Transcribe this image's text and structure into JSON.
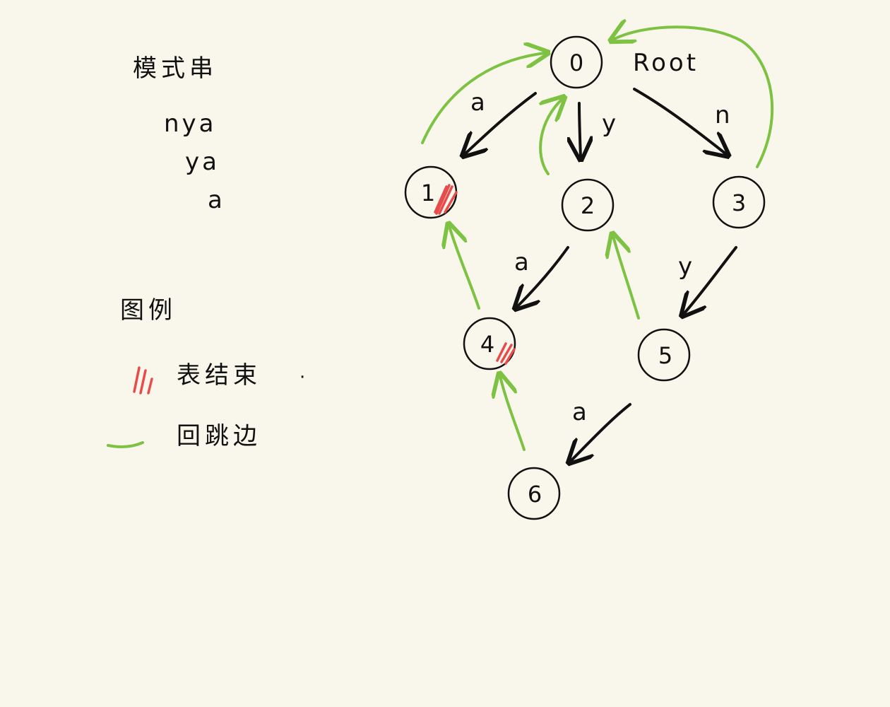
{
  "patterns": {
    "title": "模式串",
    "items": [
      "nya",
      "ya",
      "a"
    ]
  },
  "legend": {
    "title": "图例",
    "end_label": "表结束",
    "end_dot": "·",
    "back_label": "回跳边"
  },
  "root_label": "Root",
  "nodes": [
    {
      "id": "0",
      "label": "0",
      "is_end": false
    },
    {
      "id": "1",
      "label": "1",
      "is_end": true
    },
    {
      "id": "2",
      "label": "2",
      "is_end": false
    },
    {
      "id": "3",
      "label": "3",
      "is_end": false
    },
    {
      "id": "4",
      "label": "4",
      "is_end": true
    },
    {
      "id": "5",
      "label": "5",
      "is_end": false
    },
    {
      "id": "6",
      "label": "6",
      "is_end": false
    }
  ],
  "edges": [
    {
      "from": "0",
      "to": "1",
      "label": "a"
    },
    {
      "from": "0",
      "to": "2",
      "label": "y"
    },
    {
      "from": "0",
      "to": "3",
      "label": "n"
    },
    {
      "from": "2",
      "to": "4",
      "label": "a"
    },
    {
      "from": "3",
      "to": "5",
      "label": "y"
    },
    {
      "from": "5",
      "to": "6",
      "label": "a"
    }
  ],
  "fail_edges": [
    {
      "from": "1",
      "to": "0"
    },
    {
      "from": "2",
      "to": "0"
    },
    {
      "from": "3",
      "to": "0"
    },
    {
      "from": "4",
      "to": "1"
    },
    {
      "from": "5",
      "to": "2"
    },
    {
      "from": "6",
      "to": "4"
    }
  ],
  "colors": {
    "background": "#f9f7ec",
    "ink": "#111111",
    "end_marker": "#e84b4b",
    "fail_edge": "#7dc242"
  }
}
